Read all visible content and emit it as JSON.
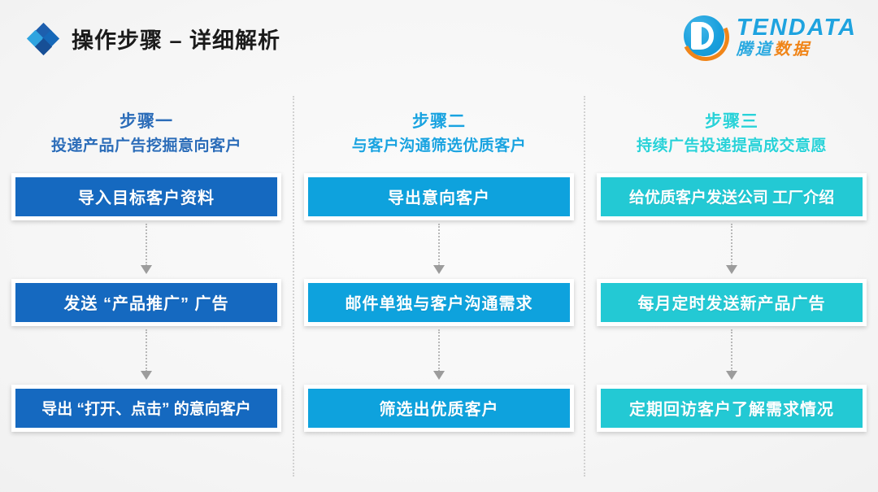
{
  "header": {
    "title": "操作步骤 – 详细解析",
    "icon": "diamond-cluster-icon",
    "accent_colors": {
      "diamond_top": "#1d5fae",
      "diamond_left": "#2fa4e0",
      "diamond_right": "#1668b8",
      "diamond_bottom": "#174f96"
    }
  },
  "logo": {
    "mark": "tendata-d-circle-logo",
    "english": "TENDATA",
    "chinese_blue": "腾道",
    "chinese_orange": "数据",
    "colors": {
      "blue": "#1fa3df",
      "orange": "#f08519"
    }
  },
  "columns": [
    {
      "title": "步骤一",
      "subtitle": "投递产品广告挖掘意向客户",
      "color": "#2b6cb8",
      "box_color": "#1569c0",
      "boxes": [
        "导入目标客户资料",
        "发送 “产品推广” 广告",
        "导出 “打开、点击” 的意向客户"
      ]
    },
    {
      "title": "步骤二",
      "subtitle": "与客户沟通筛选优质客户",
      "color": "#1aa3e0",
      "box_color": "#0ea2dd",
      "boxes": [
        "导出意向客户",
        "邮件单独与客户沟通需求",
        "筛选出优质客户"
      ]
    },
    {
      "title": "步骤三",
      "subtitle": "持续广告投递提高成交意愿",
      "color": "#29d2d8",
      "box_color": "#23c9d4",
      "boxes": [
        "给优质客户发送公司 工厂介绍",
        "每月定时发送新产品广告",
        "定期回访客户了解需求情况"
      ]
    }
  ]
}
